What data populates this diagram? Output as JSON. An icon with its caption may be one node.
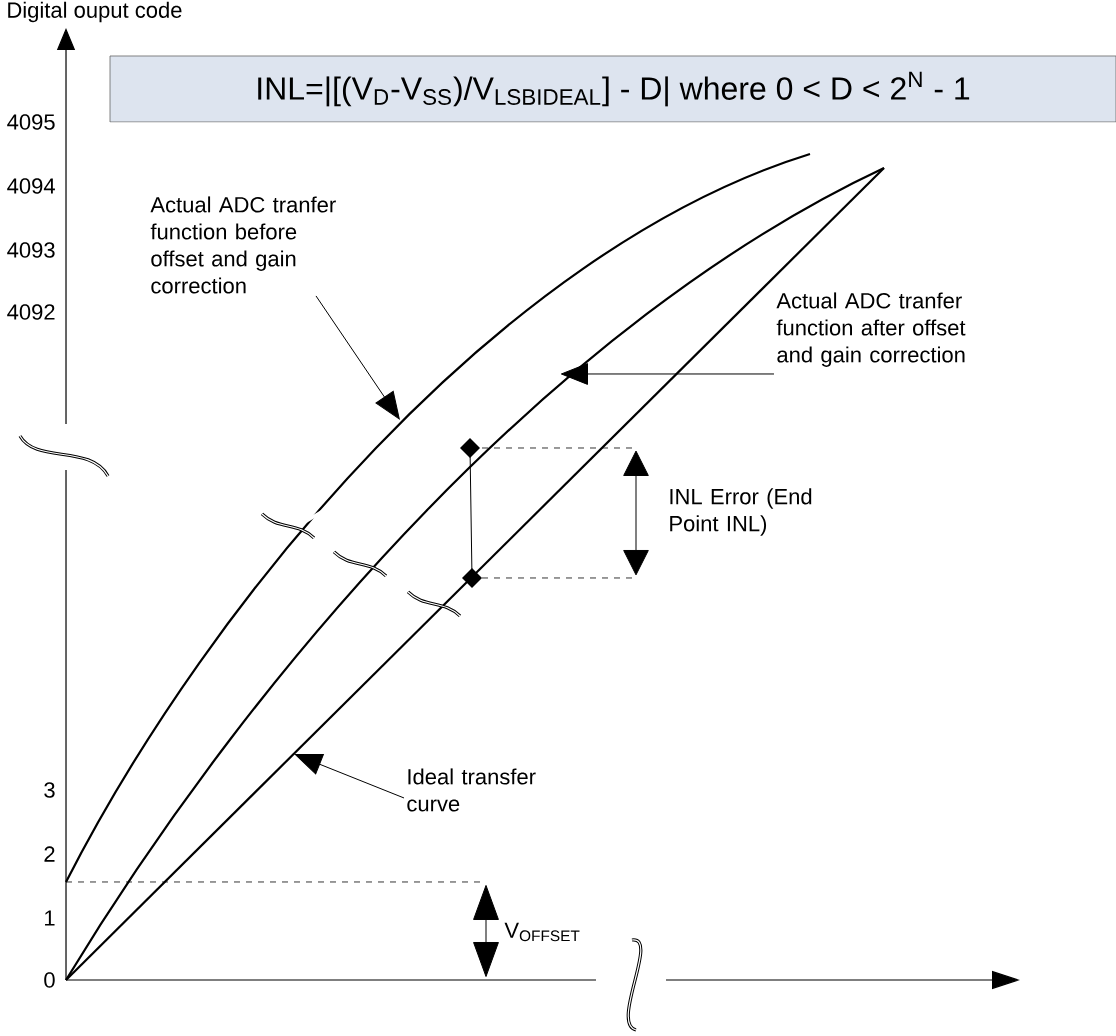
{
  "diagram": {
    "nodes": [
      {
        "text": [
          "INL=|[(V$_{D}$-V$_{SS}$)/V$_{LSBIDEAL}$] - D| where 0 < D < 2$^{N}$ - 1"
        ]
      },
      {
        "text": [
          "Actual ADC tranfer function before offset and gain correction"
        ]
      },
      {
        "text": [
          "Actual ADC tranfer function after offset and gain correction"
        ]
      },
      {
        "text": [
          "Ideal transfer curve"
        ]
      }
    ],
    "edges": [
      {
        "from": 1,
        "to": null,
        "arrow": "to"
      },
      {
        "from": 2,
        "to": null,
        "arrow": "to"
      },
      {
        "from": 3,
        "to": null,
        "arrow": "to"
      }
    ],
    "labels": [
      "Digital ouput code",
      "4095",
      "4094",
      "4093",
      "4092",
      "3",
      "2",
      "1",
      "0",
      "INL Error (End Point INL)",
      "V$_{OFFSET}$"
    ]
  }
}
